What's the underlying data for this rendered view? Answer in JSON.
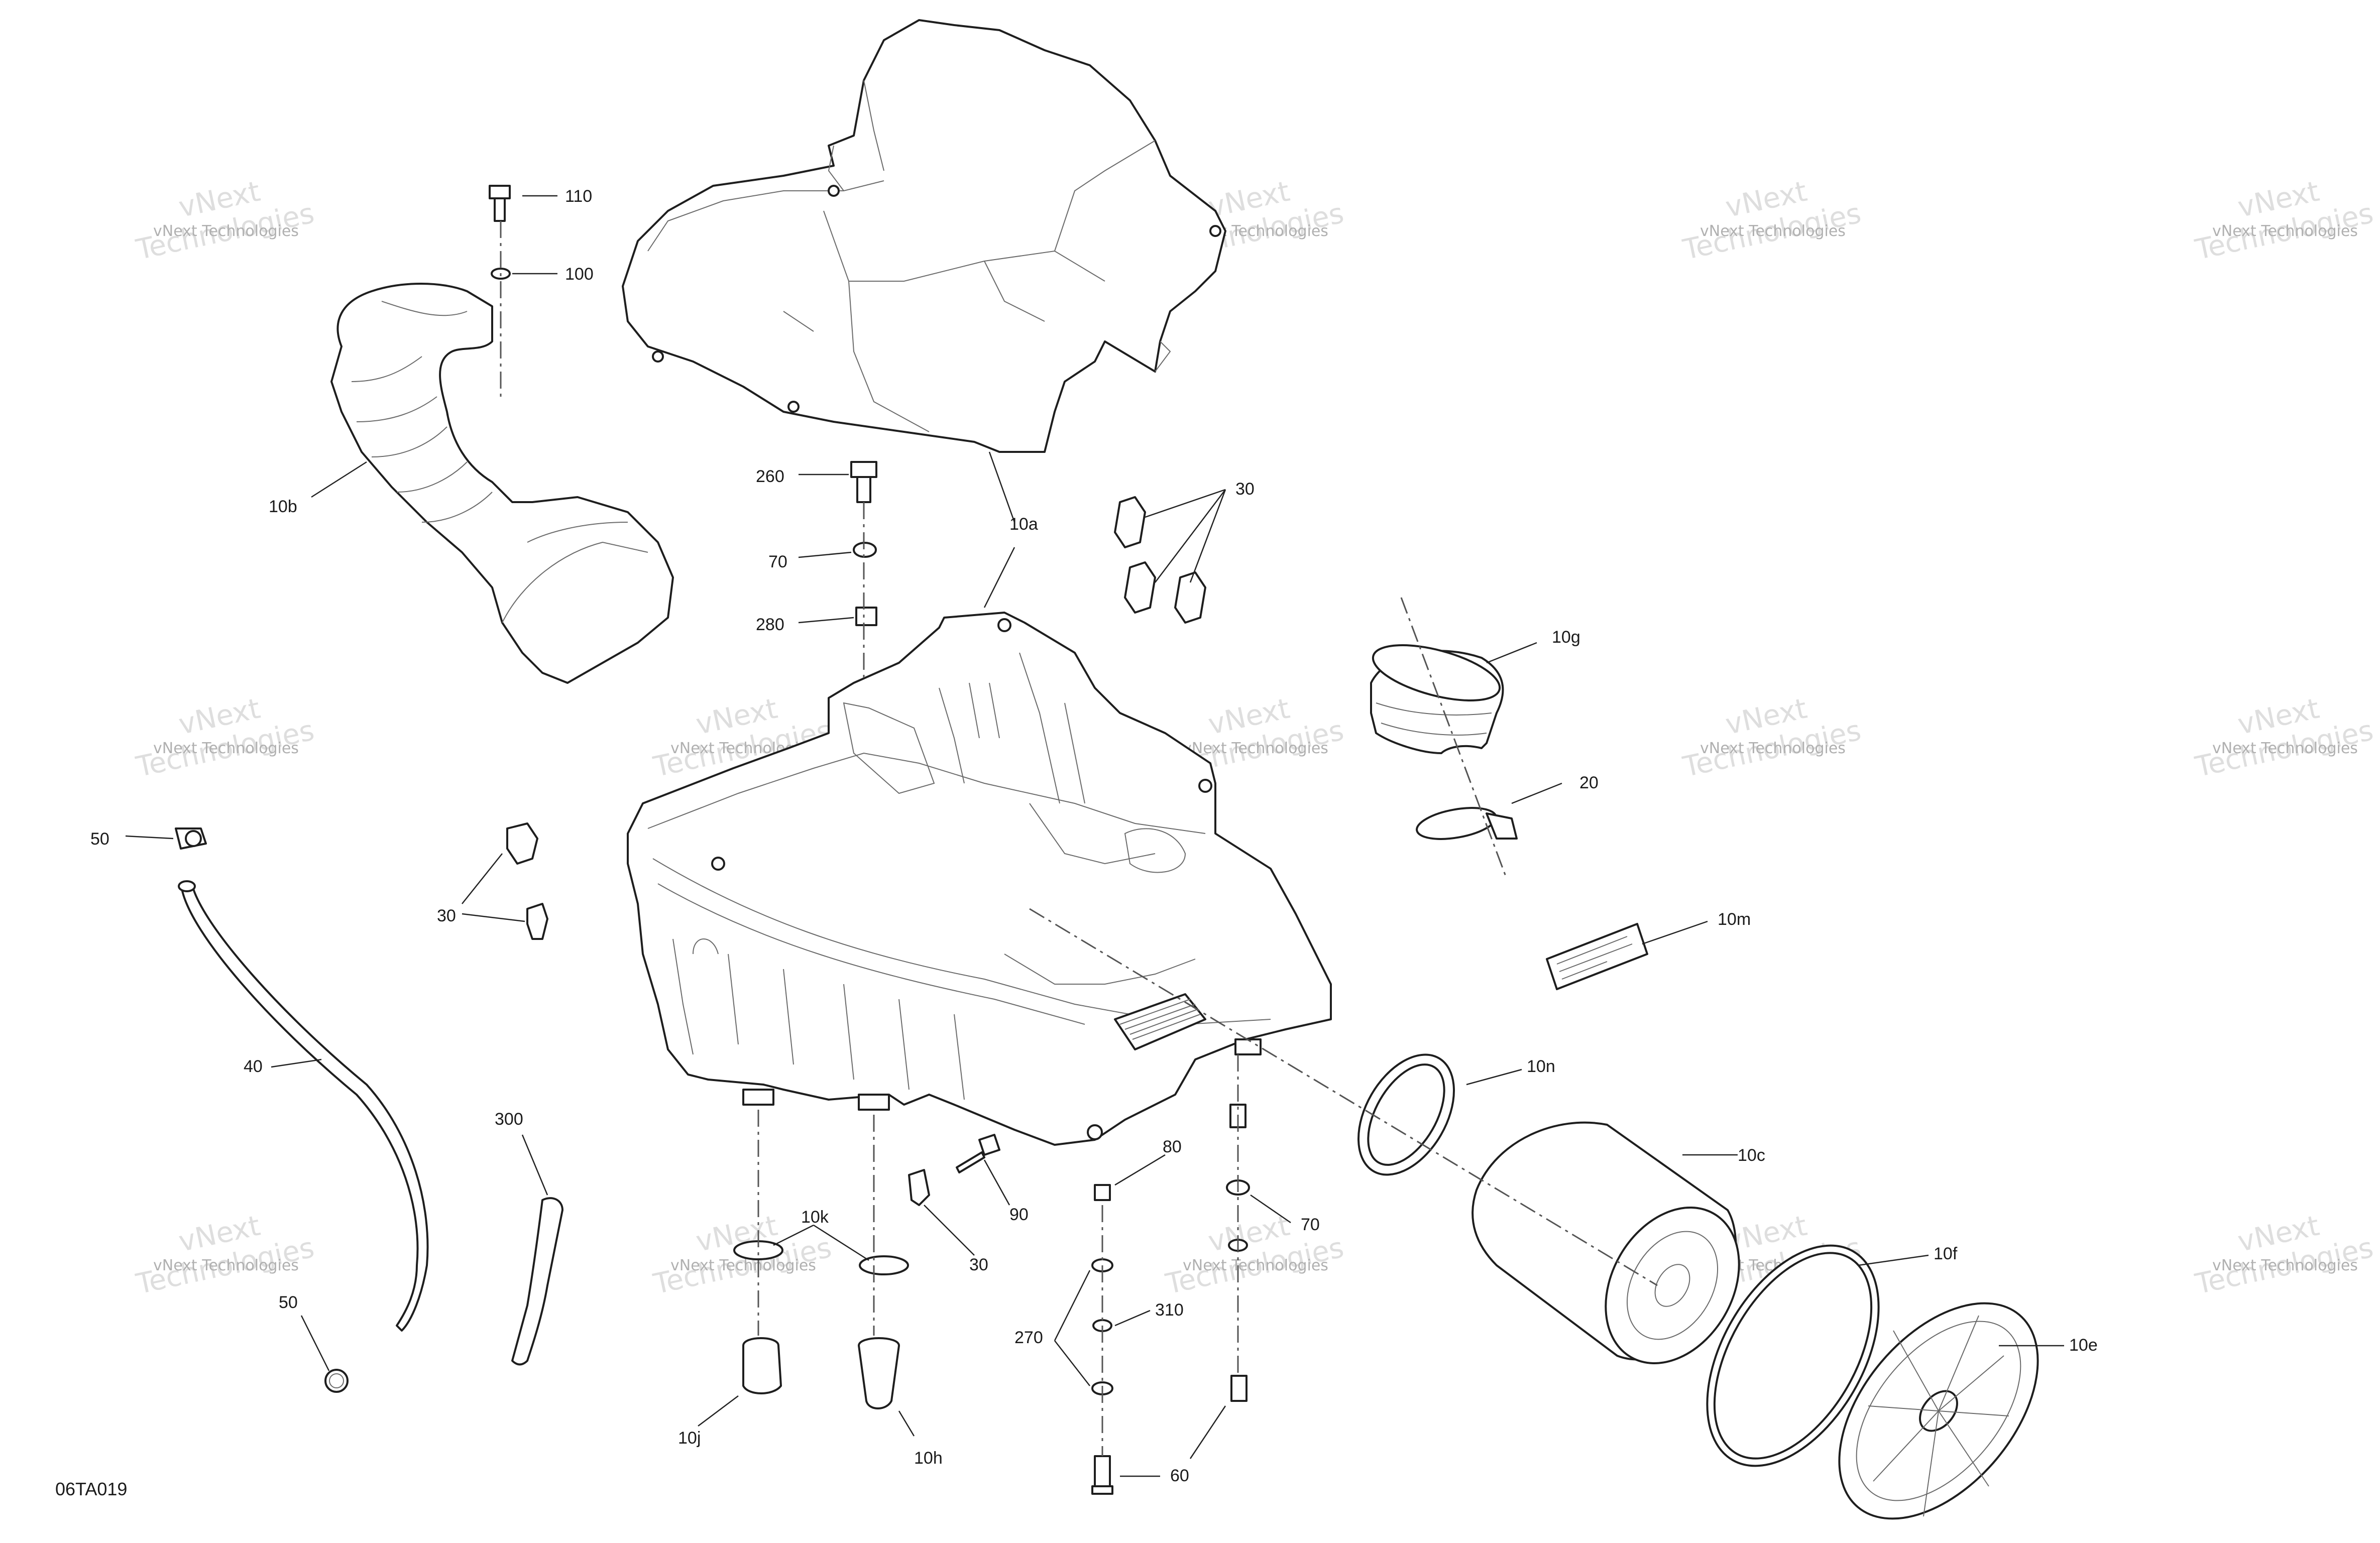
{
  "drawing_code": "06TA019",
  "watermark": {
    "top": "vNext",
    "bottom": "Technologies",
    "small": "vNext Technologies"
  },
  "labels": {
    "l110": "110",
    "l100": "100",
    "l10b": "10b",
    "l260": "260",
    "l70a": "70",
    "l280": "280",
    "l10a": "10a",
    "l30a": "30",
    "l10g": "10g",
    "l20": "20",
    "l10m": "10m",
    "l50a": "50",
    "l30b": "30",
    "l40": "40",
    "l300": "300",
    "l10n": "10n",
    "l10c": "10c",
    "l80": "80",
    "l70b": "70",
    "l90": "90",
    "l10k": "10k",
    "l30c": "30",
    "l310": "310",
    "l10f": "10f",
    "l270": "270",
    "l10e": "10e",
    "l50b": "50",
    "l10j": "10j",
    "l10h": "10h",
    "l60": "60"
  }
}
